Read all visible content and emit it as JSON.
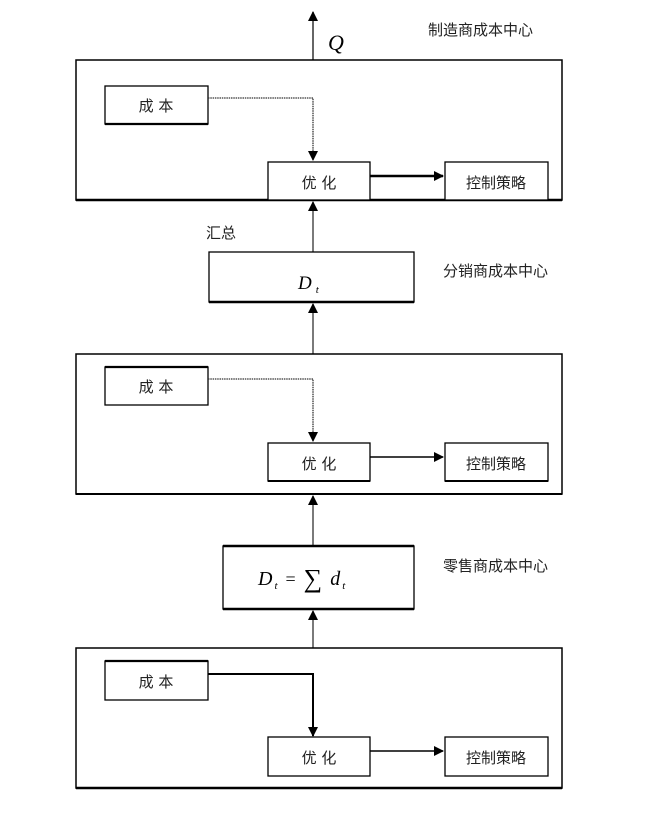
{
  "diagram": {
    "output_label": "Q",
    "manufacturer_center": {
      "label": "制造商成本中心",
      "cost": "成 本",
      "optimize": "优 化",
      "strategy": "控制策略"
    },
    "aggregate_label": "汇总",
    "distributor_demand": {
      "var": "D",
      "sub": "t"
    },
    "distributor_center": {
      "label": "分销商成本中心",
      "cost": "成 本",
      "optimize": "优 化",
      "strategy": "控制策略"
    },
    "retailer_demand": {
      "lhs_var": "D",
      "lhs_sub": "t",
      "eq": "=",
      "sum": "∑",
      "rhs_var": "d",
      "rhs_sub": "t"
    },
    "retailer_center": {
      "label": "零售商成本中心",
      "cost": "成 本",
      "optimize": "优 化",
      "strategy": "控制策略"
    }
  }
}
